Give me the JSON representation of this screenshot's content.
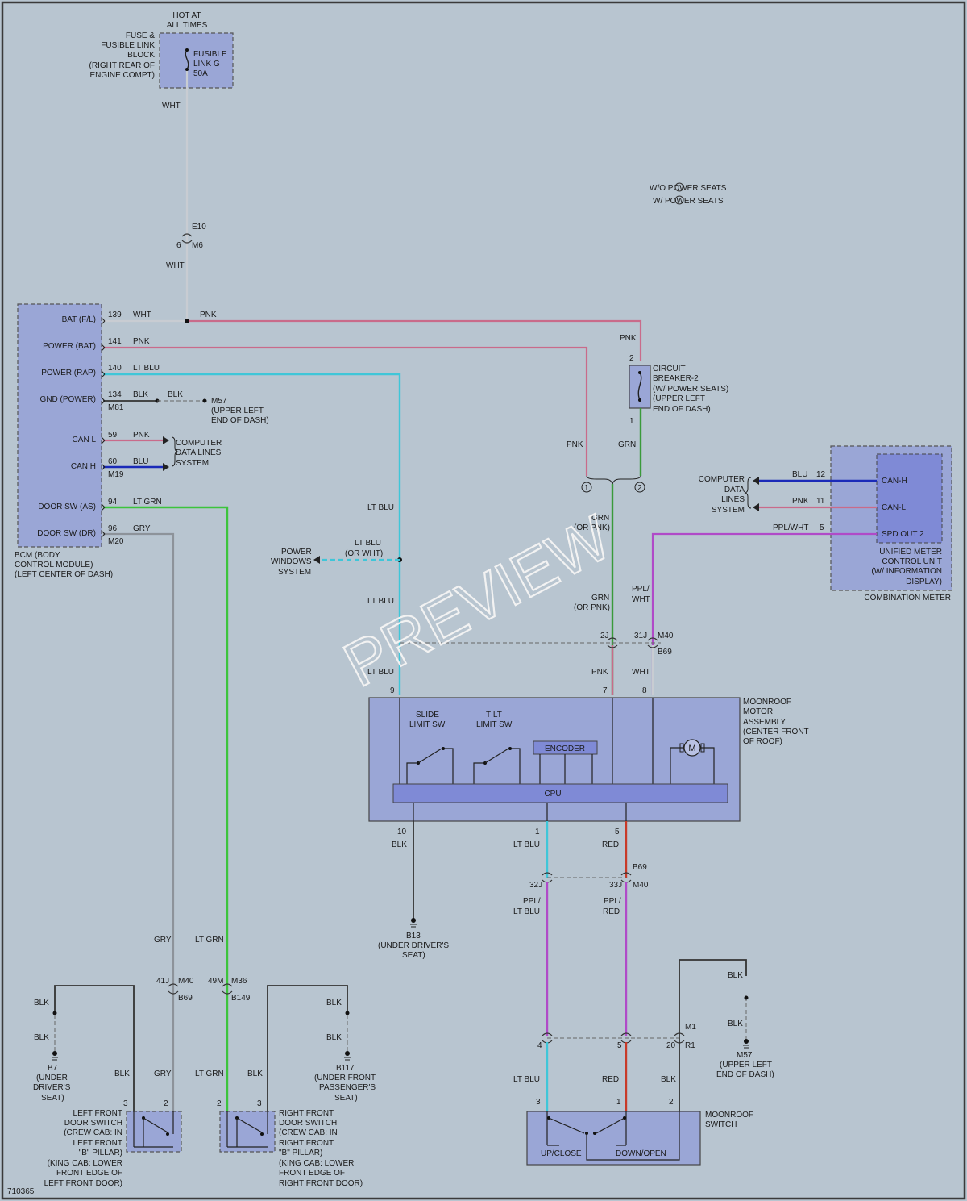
{
  "fuse_block": {
    "hot_label": [
      "HOT AT",
      "ALL TIMES"
    ],
    "name_lines": [
      "FUSE &",
      "FUSIBLE LINK",
      "BLOCK",
      "(RIGHT REAR OF",
      "ENGINE COMPT)"
    ],
    "fuse_lines": [
      "FUSIBLE",
      "LINK G",
      "50A"
    ]
  },
  "legend": [
    "W/O POWER SEATS",
    "W/ POWER SEATS"
  ],
  "bcm": {
    "name_lines": [
      "BCM (BODY",
      "CONTROL MODULE)",
      "(LEFT CENTER OF DASH)"
    ],
    "pins": [
      {
        "label": "BAT (F/L)",
        "pin": "139",
        "wire": "WHT"
      },
      {
        "label": "POWER (BAT)",
        "pin": "141",
        "wire": "PNK"
      },
      {
        "label": "POWER (RAP)",
        "pin": "140",
        "wire": "LT BLU"
      },
      {
        "label": "GND (POWER)",
        "pin": "134",
        "wire": "BLK"
      },
      {
        "label": "CAN L",
        "pin": "59",
        "wire": "PNK"
      },
      {
        "label": "CAN H",
        "pin": "60",
        "wire": "BLU"
      },
      {
        "label": "DOOR SW (AS)",
        "pin": "94",
        "wire": "LT GRN"
      },
      {
        "label": "DOOR SW (DR)",
        "pin": "96",
        "wire": "GRY"
      }
    ],
    "connectors": [
      "M81",
      "M19",
      "M20"
    ],
    "gnd_wire2": "BLK",
    "gnd_ref": "M57",
    "gnd_ref_loc": [
      "(UPPER LEFT",
      "END OF DASH)"
    ],
    "can_system": [
      "COMPUTER",
      "DATA LINES",
      "SYSTEM"
    ]
  },
  "connectors_top": {
    "e10": "E10",
    "pin6": "6",
    "m6": "M6",
    "wire_above": "WHT",
    "wire_below": "WHT",
    "wire_bat": "WHT",
    "pnk_top": "PNK",
    "pnk_right": "PNK"
  },
  "circuit_breaker": {
    "pin_top": "2",
    "pin_bottom": "1",
    "lines": [
      "CIRCUIT",
      "BREAKER-2",
      "(W/ POWER SEATS)",
      "(UPPER LEFT",
      "END OF DASH)"
    ]
  },
  "junction": {
    "pnk": "PNK",
    "grn": "GRN",
    "opt1": "1",
    "opt2": "2"
  },
  "power_windows": {
    "lines": [
      "POWER",
      "WINDOWS",
      "SYSTEM"
    ],
    "wire": [
      "LT BLU",
      "(OR WHT)"
    ]
  },
  "combination_meter": {
    "title": "COMBINATION METER",
    "unit_lines": [
      "UNIFIED METER",
      "CONTROL UNIT",
      "(W/ INFORMATION",
      "DISPLAY)"
    ],
    "pins": [
      {
        "label": "CAN-H",
        "pin": "12",
        "wire": "BLU"
      },
      {
        "label": "CAN-L",
        "pin": "11",
        "wire": "PNK"
      },
      {
        "label": "SPD OUT 2",
        "pin": "5",
        "wire": "PPL/WHT"
      }
    ],
    "can_system": [
      "COMPUTER",
      "DATA",
      "LINES",
      "SYSTEM"
    ]
  },
  "mid_wires": {
    "ltblu1": "LT BLU",
    "ltblu2": "LT BLU",
    "ltblu3": "LT BLU",
    "grn_top": [
      "GRN",
      "(OR PNK)"
    ],
    "grn_bottom": [
      "GRN",
      "(OR PNK)"
    ],
    "ppl_wht": [
      "PPL/",
      "WHT"
    ],
    "pnk": "PNK",
    "wht": "WHT",
    "c2j": "2J",
    "c31j": "31J",
    "m40": "M40",
    "b69": "B69"
  },
  "moonroof_motor": {
    "name_lines": [
      "MOONROOF",
      "MOTOR",
      "ASSEMBLY",
      "(CENTER FRONT",
      "OF ROOF)"
    ],
    "slide_lines": [
      "SLIDE",
      "LIMIT SW"
    ],
    "tilt_lines": [
      "TILT",
      "LIMIT SW"
    ],
    "encoder": "ENCODER",
    "cpu": "CPU",
    "motor": "M",
    "pins_top": [
      "9",
      "7",
      "8"
    ],
    "pins_bottom": [
      "10",
      "1",
      "5"
    ],
    "wires_bottom": [
      "BLK",
      "LT BLU",
      "RED"
    ]
  },
  "ground_b13": {
    "name": "B13",
    "loc": [
      "(UNDER DRIVER'S",
      "SEAT)"
    ]
  },
  "lower_connectors": {
    "c32j": "32J",
    "c33j": "33J",
    "b69": "B69",
    "m40": "M40",
    "ppl_ltblu": [
      "PPL/",
      "LT BLU"
    ],
    "ppl_red": [
      "PPL/",
      "RED"
    ],
    "pin4": "4",
    "pin5": "5",
    "pin20": "20",
    "m1": "M1",
    "r1": "R1"
  },
  "moonroof_switch": {
    "name_lines": [
      "MOONROOF",
      "SWITCH"
    ],
    "up": "UP/CLOSE",
    "down": "DOWN/OPEN",
    "pins": [
      "3",
      "1",
      "2"
    ],
    "wires": [
      "LT BLU",
      "RED",
      "BLK"
    ],
    "blk_top": "BLK",
    "blk_mid": "BLK",
    "gnd_name": "M57",
    "gnd_loc": [
      "(UPPER LEFT",
      "END OF DASH)"
    ]
  },
  "left_door": {
    "gry": "GRY",
    "c41j": "41J",
    "m40": "M40",
    "b69": "B69",
    "blk1": "BLK",
    "blk2": "BLK",
    "gnd_name": "B7",
    "gnd_loc": [
      "(UNDER",
      "DRIVER'S",
      "SEAT)"
    ],
    "blk3": "BLK",
    "gry2": "GRY",
    "pin3": "3",
    "pin2": "2",
    "name_lines": [
      "LEFT FRONT",
      "DOOR SWITCH",
      "(CREW CAB: IN",
      "LEFT FRONT",
      "\"B\" PILLAR)",
      "(KING CAB: LOWER",
      "FRONT EDGE OF",
      "LEFT FRONT DOOR)"
    ]
  },
  "right_door": {
    "ltgrn": "LT GRN",
    "c49m": "49M",
    "m36": "M36",
    "b149": "B149",
    "blk1": "BLK",
    "blk2": "BLK",
    "gnd_name": "B117",
    "gnd_loc": [
      "(UNDER FRONT",
      "PASSENGER'S",
      "SEAT)"
    ],
    "ltgrn2": "LT GRN",
    "blk3": "BLK",
    "pin2": "2",
    "pin3": "3",
    "name_lines": [
      "RIGHT FRONT",
      "DOOR SWITCH",
      "(CREW CAB: IN",
      "RIGHT FRONT",
      "\"B\" PILLAR)",
      "(KING CAB: LOWER",
      "FRONT EDGE OF",
      "RIGHT FRONT DOOR)"
    ]
  },
  "figure_id": "710365",
  "watermark": "PREVIEW",
  "colors": {
    "wht": "#c8ccd2",
    "pnk": "#c96b8a",
    "ltblu": "#3fc6d8",
    "blk": "#333333",
    "blu": "#1a2ab8",
    "ltgrn": "#3cc43c",
    "gry": "#8d939a",
    "grn": "#3a9a3a",
    "ppl": "#b04ac8",
    "red": "#c83a28"
  }
}
